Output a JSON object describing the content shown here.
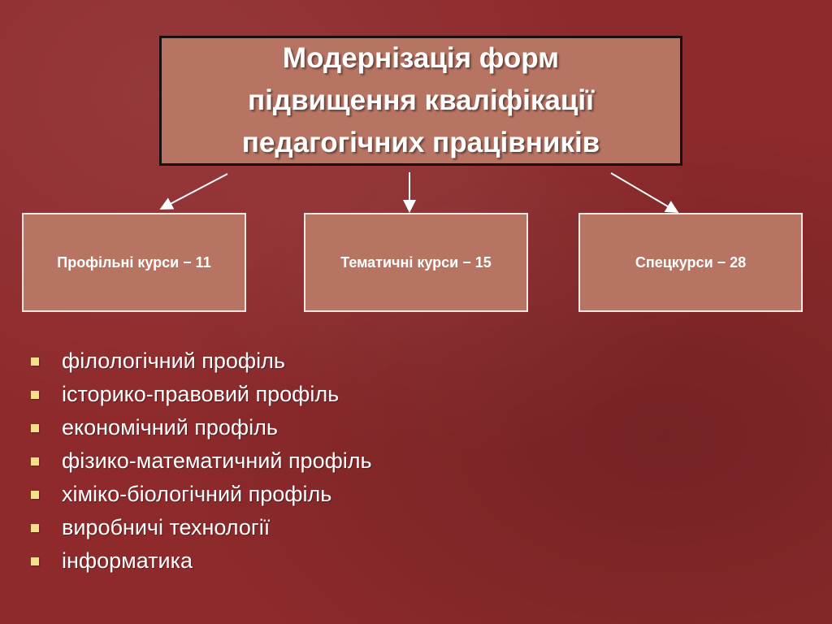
{
  "title": {
    "lines": [
      "Модернізація форм",
      "підвищення кваліфікації",
      "педагогічних працівників"
    ]
  },
  "courses": [
    {
      "label": "Профільні курси − 11"
    },
    {
      "label": "Тематичні курси − 15"
    },
    {
      "label": "Спецкурси − 28"
    }
  ],
  "profiles": [
    "філологічний профіль",
    "історико-правовий профіль",
    "економічний профіль",
    "фізико-математичний профіль",
    "хіміко-біологічний профіль",
    "виробничі технології",
    "інформатика"
  ],
  "colors": {
    "background": "#8e2a2c",
    "box_fill": "#b87462",
    "bullet": "#f5e08a"
  }
}
